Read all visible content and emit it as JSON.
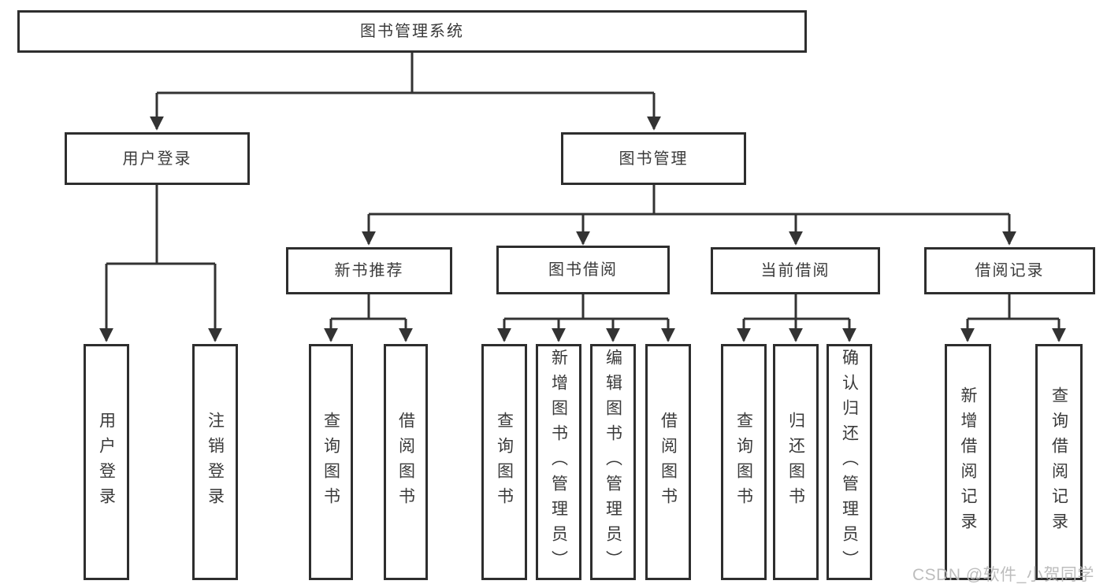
{
  "colors": {
    "line": "#333333",
    "box_border": "#2e2e2e",
    "text": "#3a3a3a",
    "background": "#ffffff",
    "watermark": "#b9b9b9"
  },
  "watermark": {
    "text": "CSDN @软件_小贺同学"
  },
  "tree": {
    "root": {
      "label": "图书管理系统"
    },
    "branches": [
      {
        "label": "用户登录",
        "children": [
          {
            "label": "用户登录"
          },
          {
            "label": "注销登录"
          }
        ]
      },
      {
        "label": "图书管理",
        "children": [
          {
            "label": "新书推荐",
            "children": [
              {
                "label": "查询图书"
              },
              {
                "label": "借阅图书"
              }
            ]
          },
          {
            "label": "图书借阅",
            "children": [
              {
                "label": "查询图书"
              },
              {
                "label": "新增图书（管理员）"
              },
              {
                "label": "编辑图书（管理员）"
              },
              {
                "label": "借阅图书"
              }
            ]
          },
          {
            "label": "当前借阅",
            "children": [
              {
                "label": "查询图书"
              },
              {
                "label": "归还图书"
              },
              {
                "label": "确认归还（管理员）"
              }
            ]
          },
          {
            "label": "借阅记录",
            "children": [
              {
                "label": "新增借阅记录"
              },
              {
                "label": "查询借阅记录"
              }
            ]
          }
        ]
      }
    ]
  }
}
